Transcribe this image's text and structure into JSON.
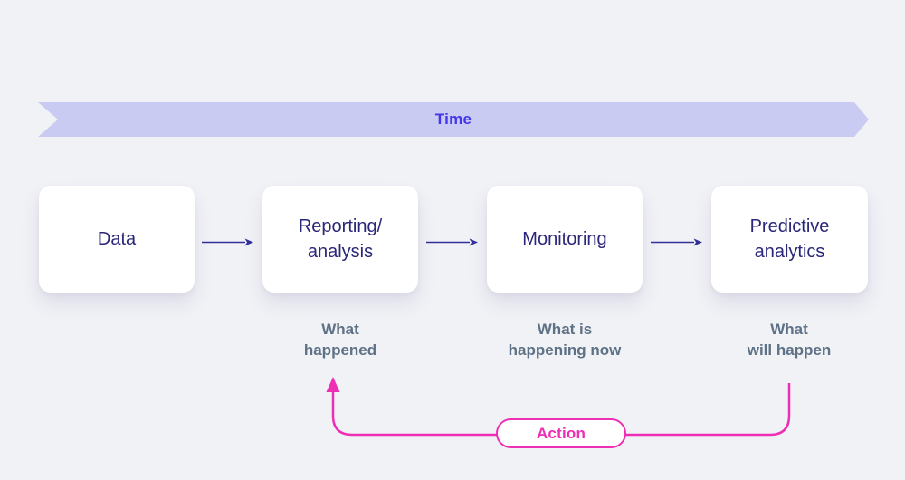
{
  "banner": {
    "label": "Time"
  },
  "nodes": [
    {
      "label_lines": [
        "Data"
      ]
    },
    {
      "label_lines": [
        "Reporting/",
        "analysis"
      ]
    },
    {
      "label_lines": [
        "Monitoring"
      ]
    },
    {
      "label_lines": [
        "Predictive",
        "analytics"
      ]
    }
  ],
  "captions": [
    {
      "lines": [
        "What",
        "happened"
      ]
    },
    {
      "lines": [
        "What is",
        "happening now"
      ]
    },
    {
      "lines": [
        "What",
        "will happen"
      ]
    }
  ],
  "action": {
    "label": "Action"
  },
  "colors": {
    "background": "#f1f2f6",
    "banner_fill": "#c9cbf2",
    "banner_text": "#4335e8",
    "node_text": "#2a2678",
    "connector": "#32309a",
    "caption_text": "#5e7186",
    "action_pink": "#ee2eb5",
    "node_fill": "#ffffff"
  }
}
